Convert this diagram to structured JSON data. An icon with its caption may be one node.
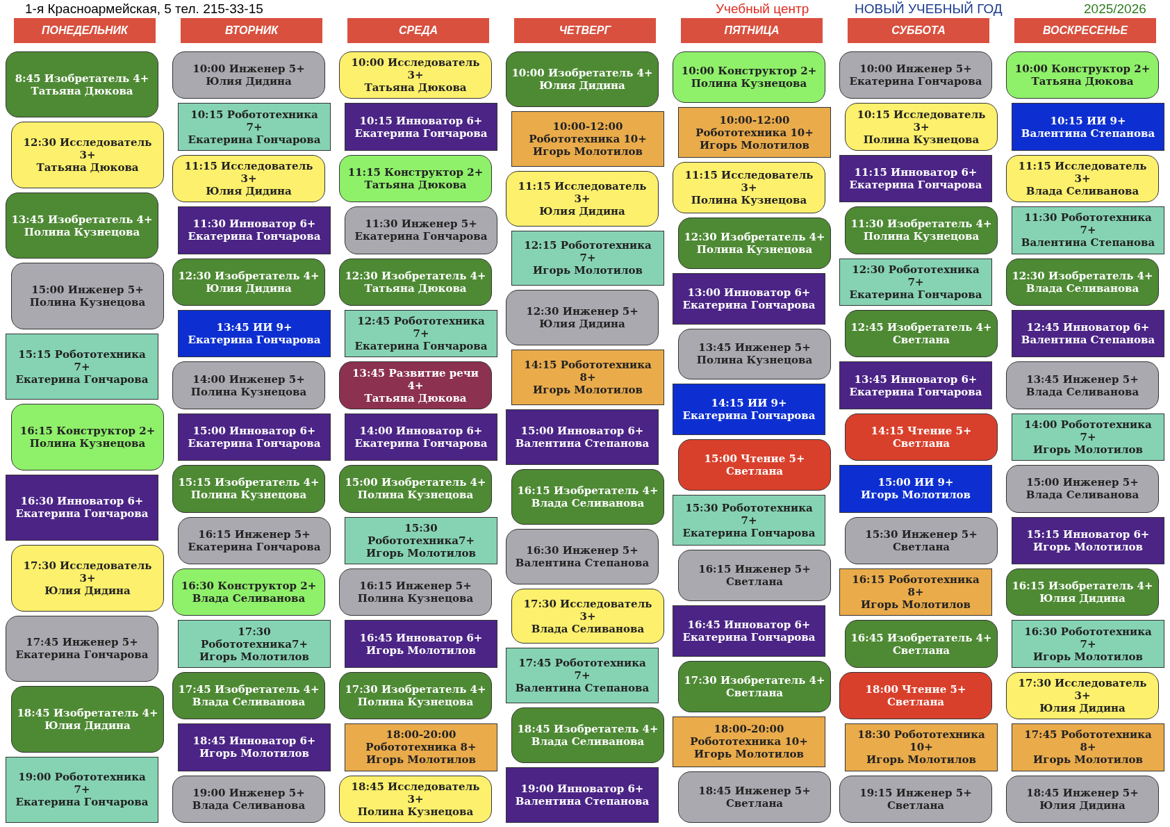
{
  "diagram": {
    "labels": [
      "1-я Красноармейская, 5 тел. 215-33-15",
      "Учебный центр",
      "НОВЫЙ УЧЕБНЫЙ ГОД",
      "2025/2026"
    ],
    "nodes": [
      {
        "text": [
          "ПОНЕДЕЛЬНИК"
        ]
      },
      {
        "text": [
          "8:45 Изобретатель 4+",
          "Татьяна Дюкова"
        ]
      },
      {
        "text": [
          "12:30 Исследователь 3+",
          "Татьяна Дюкова"
        ]
      },
      {
        "text": [
          "13:45 Изобретатель 4+",
          "Полина Кузнецова"
        ]
      },
      {
        "text": [
          "15:00 Инженер 5+",
          "Полина Кузнецова"
        ]
      },
      {
        "text": [
          "15:15 Робототехника 7+",
          "Екатерина Гончарова"
        ]
      },
      {
        "text": [
          "16:15 Конструктор 2+",
          "Полина Кузнецова"
        ]
      },
      {
        "text": [
          "16:30 Инноватор 6+",
          "Екатерина Гончарова"
        ]
      },
      {
        "text": [
          "17:30 Исследователь 3+",
          "Юлия Дидина"
        ]
      },
      {
        "text": [
          "17:45 Инженер 5+",
          "Екатерина Гончарова"
        ]
      },
      {
        "text": [
          "18:45 Изобретатель 4+",
          "Юлия Дидина"
        ]
      },
      {
        "text": [
          "19:00 Робототехника 7+",
          "Екатерина Гончарова"
        ]
      },
      {
        "text": [
          "ВТОРНИК"
        ]
      },
      {
        "text": [
          "10:00 Инженер 5+",
          "Юлия Дидина"
        ]
      },
      {
        "text": [
          "10:15 Робототехника 7+",
          "Екатерина Гончарова"
        ]
      },
      {
        "text": [
          "11:15 Исследователь 3+",
          "Юлия Дидина"
        ]
      },
      {
        "text": [
          "11:30 Инноватор 6+",
          "Екатерина Гончарова"
        ]
      },
      {
        "text": [
          "12:30 Изобретатель 4+",
          "Юлия Дидина"
        ]
      },
      {
        "text": [
          "13:45 ИИ 9+",
          "Екатерина Гончарова"
        ]
      },
      {
        "text": [
          "14:00 Инженер 5+",
          "Полина Кузнецова"
        ]
      },
      {
        "text": [
          "15:00 Инноватор 6+",
          "Екатерина Гончарова"
        ]
      },
      {
        "text": [
          "15:15 Изобретатель 4+",
          "Полина Кузнецова"
        ]
      },
      {
        "text": [
          "16:15 Инженер 5+",
          "Екатерина Гончарова"
        ]
      },
      {
        "text": [
          "16:30 Конструктор 2+",
          "Влада Селиванова"
        ]
      },
      {
        "text": [
          "17:30 Робототехника7+",
          "Игорь Молотилов"
        ]
      },
      {
        "text": [
          "17:45 Изобретатель 4+",
          "Влада Селиванова"
        ]
      },
      {
        "text": [
          "18:45 Инноватор 6+",
          "Игорь Молотилов"
        ]
      },
      {
        "text": [
          "19:00 Инженер 5+",
          "Влада Селиванова"
        ]
      },
      {
        "text": [
          "СРЕДА"
        ]
      },
      {
        "text": [
          "10:00 Исследователь 3+",
          "Татьяна Дюкова"
        ]
      },
      {
        "text": [
          "10:15 Инноватор 6+",
          "Екатерина Гончарова"
        ]
      },
      {
        "text": [
          "11:15 Конструктор 2+",
          "Татьяна Дюкова"
        ]
      },
      {
        "text": [
          "11:30 Инженер 5+",
          "Екатерина Гончарова"
        ]
      },
      {
        "text": [
          "12:30 Изобретатель 4+",
          "Татьяна Дюкова"
        ]
      },
      {
        "text": [
          "12:45 Робототехника 7+",
          "Екатерина Гончарова"
        ]
      },
      {
        "text": [
          "13:45 Развитие речи 4+",
          "Татьяна Дюкова"
        ]
      },
      {
        "text": [
          "14:00 Инноватор 6+",
          "Екатерина Гончарова"
        ]
      },
      {
        "text": [
          "15:00 Изобретатель 4+",
          "Полина Кузнецова"
        ]
      },
      {
        "text": [
          "15:30 Робототехника7+",
          "Игорь Молотилов"
        ]
      },
      {
        "text": [
          "16:15 Инженер 5+",
          "Полина Кузнецова"
        ]
      },
      {
        "text": [
          "16:45 Инноватор 6+",
          "Игорь Молотилов"
        ]
      },
      {
        "text": [
          "17:30 Изобретатель 4+",
          "Полина Кузнецова"
        ]
      },
      {
        "text": [
          "18:00-20:00 Робототехника 8+",
          "Игорь Молотилов"
        ]
      },
      {
        "text": [
          "18:45 Исследователь 3+",
          "Полина Кузнецова"
        ]
      },
      {
        "text": [
          "ЧЕТВЕРГ"
        ]
      },
      {
        "text": [
          "10:00 Изобретатель 4+",
          "Юлия Дидина"
        ]
      },
      {
        "text": [
          "10:00-12:00 Робототехника 10+",
          "Игорь Молотилов"
        ]
      },
      {
        "text": [
          "11:15 Исследователь 3+",
          "Юлия Дидина"
        ]
      },
      {
        "text": [
          "12:15 Робототехника 7+",
          "Игорь Молотилов"
        ]
      },
      {
        "text": [
          "12:30 Инженер 5+",
          "Юлия Дидина"
        ]
      },
      {
        "text": [
          "14:15 Робототехника 8+",
          "Игорь Молотилов"
        ]
      },
      {
        "text": [
          "15:00 Инноватор 6+",
          "Валентина Степанова"
        ]
      },
      {
        "text": [
          "16:15 Изобретатель 4+",
          "Влада Селиванова"
        ]
      },
      {
        "text": [
          "16:30 Инженер 5+",
          "Валентина Степанова"
        ]
      },
      {
        "text": [
          "17:30 Исследователь 3+",
          "Влада Селиванова"
        ]
      },
      {
        "text": [
          "17:45 Робототехника 7+",
          "Валентина Степанова"
        ]
      },
      {
        "text": [
          "18:45 Изобретатель 4+",
          "Влада Селиванова"
        ]
      },
      {
        "text": [
          "19:00 Инноватор 6+",
          "Валентина Степанова"
        ]
      },
      {
        "text": [
          "ПЯТНИЦА"
        ]
      },
      {
        "text": [
          "10:00 Конструктор 2+",
          "Полина Кузнецова"
        ]
      },
      {
        "text": [
          "10:00-12:00 Робототехника 10+",
          "Игорь Молотилов"
        ]
      },
      {
        "text": [
          "11:15 Исследователь 3+",
          "Полина Кузнецова"
        ]
      },
      {
        "text": [
          "12:30 Изобретатель 4+",
          "Полина Кузнецова"
        ]
      },
      {
        "text": [
          "13:00 Инноватор 6+",
          "Екатерина Гончарова"
        ]
      },
      {
        "text": [
          "13:45 Инженер 5+",
          "Полина Кузнецова"
        ]
      },
      {
        "text": [
          "14:15 ИИ 9+",
          "Екатерина Гончарова"
        ]
      },
      {
        "text": [
          "15:00 Чтение 5+",
          "Светлана"
        ]
      },
      {
        "text": [
          "15:30 Робототехника 7+",
          "Екатерина Гончарова"
        ]
      },
      {
        "text": [
          "16:15 Инженер 5+",
          "Светлана"
        ]
      },
      {
        "text": [
          "16:45 Инноватор 6+",
          "Екатерина Гончарова"
        ]
      },
      {
        "text": [
          "17:30 Изобретатель 4+",
          "Светлана"
        ]
      },
      {
        "text": [
          "18:00-20:00 Робототехника 10+",
          "Игорь Молотилов"
        ]
      },
      {
        "text": [
          "18:45 Инженер 5+",
          "Светлана"
        ]
      },
      {
        "text": [
          "СУББОТА"
        ]
      },
      {
        "text": [
          "10:00 Инженер 5+",
          "Екатерина Гончарова"
        ]
      },
      {
        "text": [
          "10:15 Исследователь 3+",
          "Полина Кузнецова"
        ]
      },
      {
        "text": [
          "11:15 Инноватор 6+",
          "Екатерина Гончарова"
        ]
      },
      {
        "text": [
          "11:30 Изобретатель 4+",
          "Полина Кузнецова"
        ]
      },
      {
        "text": [
          "12:30 Робототехника 7+",
          "Екатерина Гончарова"
        ]
      },
      {
        "text": [
          "12:45 Изобретатель 4+",
          "Светлана"
        ]
      },
      {
        "text": [
          "13:45 Инноватор 6+",
          "Екатерина Гончарова"
        ]
      },
      {
        "text": [
          "14:15 Чтение 5+",
          "Светлана"
        ]
      },
      {
        "text": [
          "15:00 ИИ 9+",
          "Игорь Молотилов"
        ]
      },
      {
        "text": [
          "15:30 Инженер 5+",
          "Светлана"
        ]
      },
      {
        "text": [
          "16:15 Робототехника 8+",
          "Игорь Молотилов"
        ]
      },
      {
        "text": [
          "16:45 Изобретатель 4+",
          "Светлана"
        ]
      },
      {
        "text": [
          "18:00 Чтение 5+",
          "Светлана"
        ]
      },
      {
        "text": [
          "18:30 Робототехника 10+",
          "Игорь Молотилов"
        ]
      },
      {
        "text": [
          "19:15 Инженер 5+",
          "Светлана"
        ]
      },
      {
        "text": [
          "ВОСКРЕСЕНЬЕ"
        ]
      },
      {
        "text": [
          "10:00 Конструктор 2+",
          "Татьяна Дюкова"
        ]
      },
      {
        "text": [
          "10:15 ИИ 9+",
          "Валентина Степанова"
        ]
      },
      {
        "text": [
          "11:15 Исследователь 3+",
          "Влада Селиванова"
        ]
      },
      {
        "text": [
          "11:30 Робототехника 7+",
          "Валентина Степанова"
        ]
      },
      {
        "text": [
          "12:30 Изобретатель 4+",
          "Влада Селиванова"
        ]
      },
      {
        "text": [
          "12:45 Инноватор 6+",
          "Валентина Степанова"
        ]
      },
      {
        "text": [
          "13:45 Инженер 5+",
          "Влада Селиванова"
        ]
      },
      {
        "text": [
          "14:00 Робототехника 7+",
          "Игорь Молотилов"
        ]
      },
      {
        "text": [
          "15:00 Инженер 5+",
          "Влада Селиванова"
        ]
      },
      {
        "text": [
          "15:15 Инноватор 6+",
          "Игорь Молотилов"
        ]
      },
      {
        "text": [
          "16:15 Изобретатель 4+",
          "Юлия Дидина"
        ]
      },
      {
        "text": [
          "16:30 Робототехника 7+",
          "Игорь Молотилов"
        ]
      },
      {
        "text": [
          "17:30 Исследователь 3+",
          "Юлия Дидина"
        ]
      },
      {
        "text": [
          "17:45 Робототехника 8+",
          "Игорь Молотилов"
        ]
      },
      {
        "text": [
          "18:45 Инженер 5+",
          "Юлия Дидина"
        ]
      }
    ]
  }
}
